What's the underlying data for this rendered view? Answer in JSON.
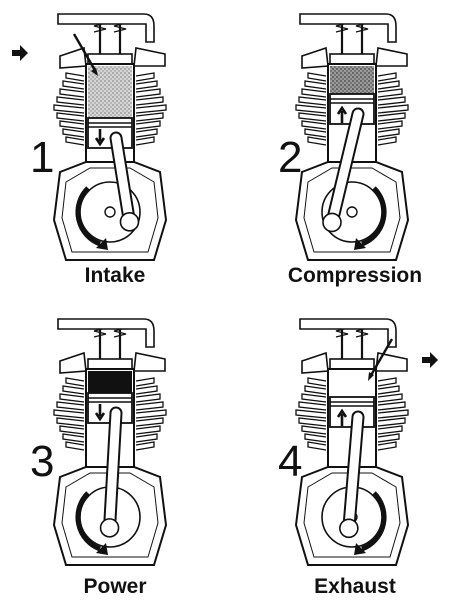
{
  "stages": [
    {
      "number": "1",
      "label": "Intake",
      "chamber": "fuel-mix",
      "piston_arrow": "down",
      "valve_arrow": "intake",
      "port_arrow": "in"
    },
    {
      "number": "2",
      "label": "Compression",
      "chamber": "compressed",
      "piston_arrow": "up",
      "valve_arrow": "none",
      "port_arrow": "none"
    },
    {
      "number": "3",
      "label": "Power",
      "chamber": "ignited",
      "piston_arrow": "down",
      "valve_arrow": "none",
      "port_arrow": "none"
    },
    {
      "number": "4",
      "label": "Exhaust",
      "chamber": "empty",
      "piston_arrow": "up",
      "valve_arrow": "exhaust",
      "port_arrow": "out"
    }
  ],
  "colors": {
    "ink": "#111111",
    "paper": "#ffffff",
    "fuel_mix": "#bdbdbd",
    "compressed": "#8a8a8a",
    "ignited": "#111111"
  }
}
